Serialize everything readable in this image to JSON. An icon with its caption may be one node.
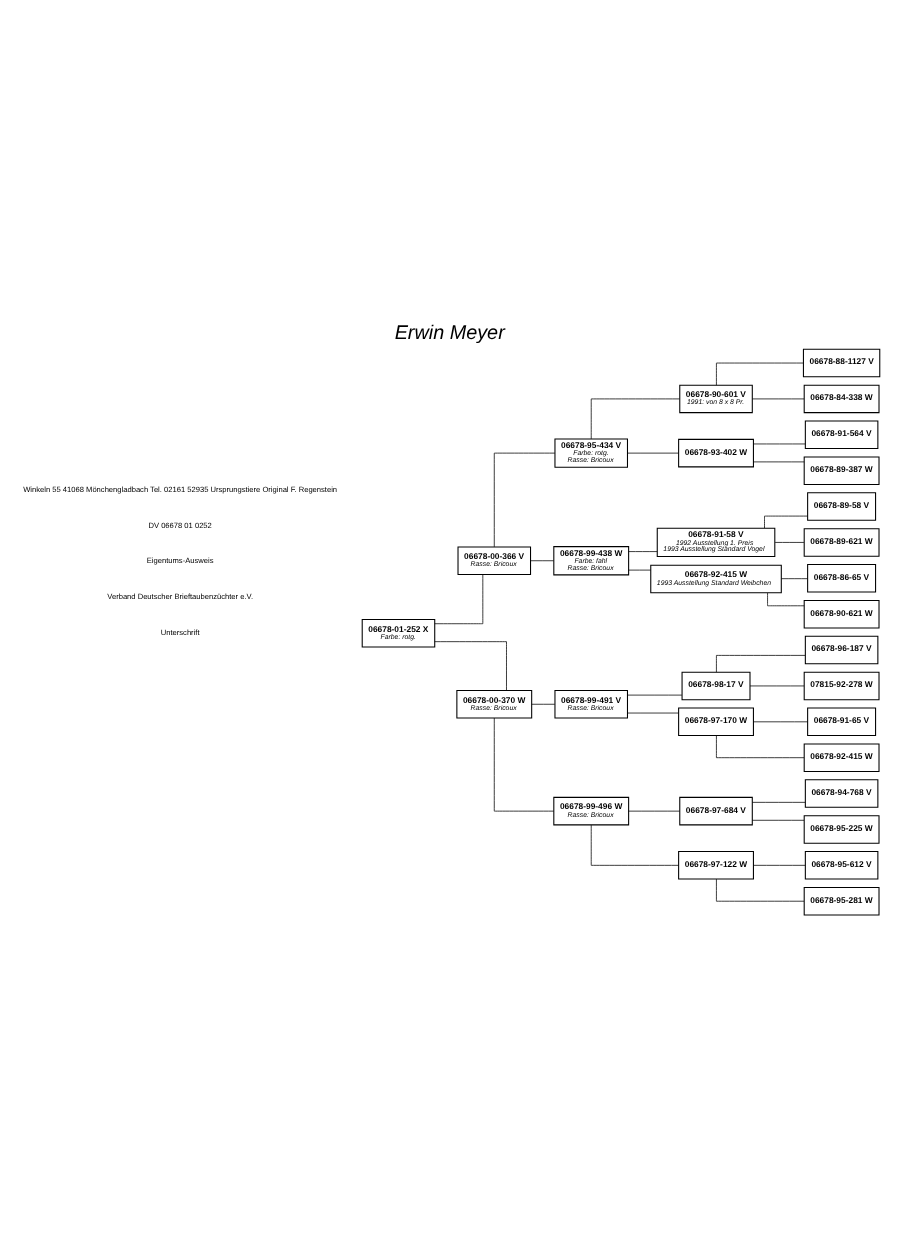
{
  "diagram": {
    "title": "Erwin Meyer",
    "nodes": [
      {
        "text": [
          "06678-01-252 X",
          "Farbe: rotg."
        ]
      },
      {
        "text": [
          "06678-00-366 V",
          "Rasse: Bricoux"
        ]
      },
      {
        "text": [
          "06678-00-370 W",
          "Rasse: Bricoux"
        ]
      },
      {
        "text": [
          "06678-95-434 V",
          "Farbe: rotg.",
          "Rasse: Bricoux"
        ]
      },
      {
        "text": [
          "06678-99-438 W",
          "Farbe: fahl",
          "Rasse: Bricoux"
        ]
      },
      {
        "text": [
          "06678-99-491 V",
          "Rasse: Bricoux"
        ]
      },
      {
        "text": [
          "06678-99-496 W",
          "Rasse: Bricoux"
        ]
      },
      {
        "text": [
          "06678-90-601 V",
          "1991: von 8 x 8 Pr."
        ]
      },
      {
        "text": [
          "06678-93-402 W"
        ]
      },
      {
        "text": [
          "06678-91-58 V",
          "1992 Ausstellung 1. Preis",
          "1993 Ausstellung Standard Vogel"
        ]
      },
      {
        "text": [
          "06678-92-415 W",
          "1993 Ausstellung Standard Weibchen"
        ]
      },
      {
        "text": [
          "06678-98-17 V"
        ]
      },
      {
        "text": [
          "06678-97-170 W"
        ]
      },
      {
        "text": [
          "06678-97-684 V"
        ]
      },
      {
        "text": [
          "06678-97-122 W"
        ]
      },
      {
        "text": [
          "06678-88-1127 V"
        ]
      },
      {
        "text": [
          "06678-84-338 W"
        ]
      },
      {
        "text": [
          "06678-91-564 V"
        ]
      },
      {
        "text": [
          "06678-89-387 W"
        ]
      },
      {
        "text": [
          "06678-89-58 V"
        ]
      },
      {
        "text": [
          "06678-89-621 W"
        ]
      },
      {
        "text": [
          "06678-86-65 V"
        ]
      },
      {
        "text": [
          "06678-90-621 W"
        ]
      },
      {
        "text": [
          "06678-96-187 V"
        ]
      },
      {
        "text": [
          "07815-92-278 W"
        ]
      },
      {
        "text": [
          "06678-91-65 V"
        ]
      },
      {
        "text": [
          "06678-92-415 W"
        ]
      },
      {
        "text": [
          "06678-94-768 V"
        ]
      },
      {
        "text": [
          "06678-95-225 W"
        ]
      },
      {
        "text": [
          "06678-95-612 V"
        ]
      },
      {
        "text": [
          "06678-95-281 W"
        ]
      }
    ],
    "edges": [
      {
        "from": 0,
        "to": 1,
        "arrow": "none"
      },
      {
        "from": 0,
        "to": 2,
        "arrow": "none"
      },
      {
        "from": 1,
        "to": 3,
        "arrow": "none"
      },
      {
        "from": 1,
        "to": 4,
        "arrow": "none"
      },
      {
        "from": 2,
        "to": 5,
        "arrow": "none"
      },
      {
        "from": 2,
        "to": 6,
        "arrow": "none"
      },
      {
        "from": 3,
        "to": 7,
        "arrow": "none"
      },
      {
        "from": 3,
        "to": 8,
        "arrow": "none"
      },
      {
        "from": 4,
        "to": 9,
        "arrow": "none"
      },
      {
        "from": 4,
        "to": 10,
        "arrow": "none"
      },
      {
        "from": 5,
        "to": 11,
        "arrow": "none"
      },
      {
        "from": 5,
        "to": 12,
        "arrow": "none"
      },
      {
        "from": 6,
        "to": 13,
        "arrow": "none"
      },
      {
        "from": 6,
        "to": 14,
        "arrow": "none"
      },
      {
        "from": 7,
        "to": 15,
        "arrow": "none"
      },
      {
        "from": 7,
        "to": 16,
        "arrow": "none"
      },
      {
        "from": 8,
        "to": 17,
        "arrow": "none"
      },
      {
        "from": 8,
        "to": 18,
        "arrow": "none"
      },
      {
        "from": 9,
        "to": 19,
        "arrow": "none"
      },
      {
        "from": 9,
        "to": 20,
        "arrow": "none"
      },
      {
        "from": 10,
        "to": 21,
        "arrow": "none"
      },
      {
        "from": 10,
        "to": 22,
        "arrow": "none"
      },
      {
        "from": 11,
        "to": 23,
        "arrow": "none"
      },
      {
        "from": 11,
        "to": 24,
        "arrow": "none"
      },
      {
        "from": 12,
        "to": 25,
        "arrow": "none"
      },
      {
        "from": 12,
        "to": 26,
        "arrow": "none"
      },
      {
        "from": 13,
        "to": 27,
        "arrow": "none"
      },
      {
        "from": 13,
        "to": 28,
        "arrow": "none"
      },
      {
        "from": 14,
        "to": 29,
        "arrow": "none"
      },
      {
        "from": 14,
        "to": 30,
        "arrow": "none"
      }
    ],
    "labels": [
      "Verband Deutscher Brieftaubenzüchter e.V.",
      "Eigentums-Ausweis",
      "DV 06678 01 0252",
      "Winkeln 55 41068 Mönchengladbach Tel. 02161 52935 Ursprungstiere Original F. Regenstein",
      "Unterschrift"
    ]
  }
}
